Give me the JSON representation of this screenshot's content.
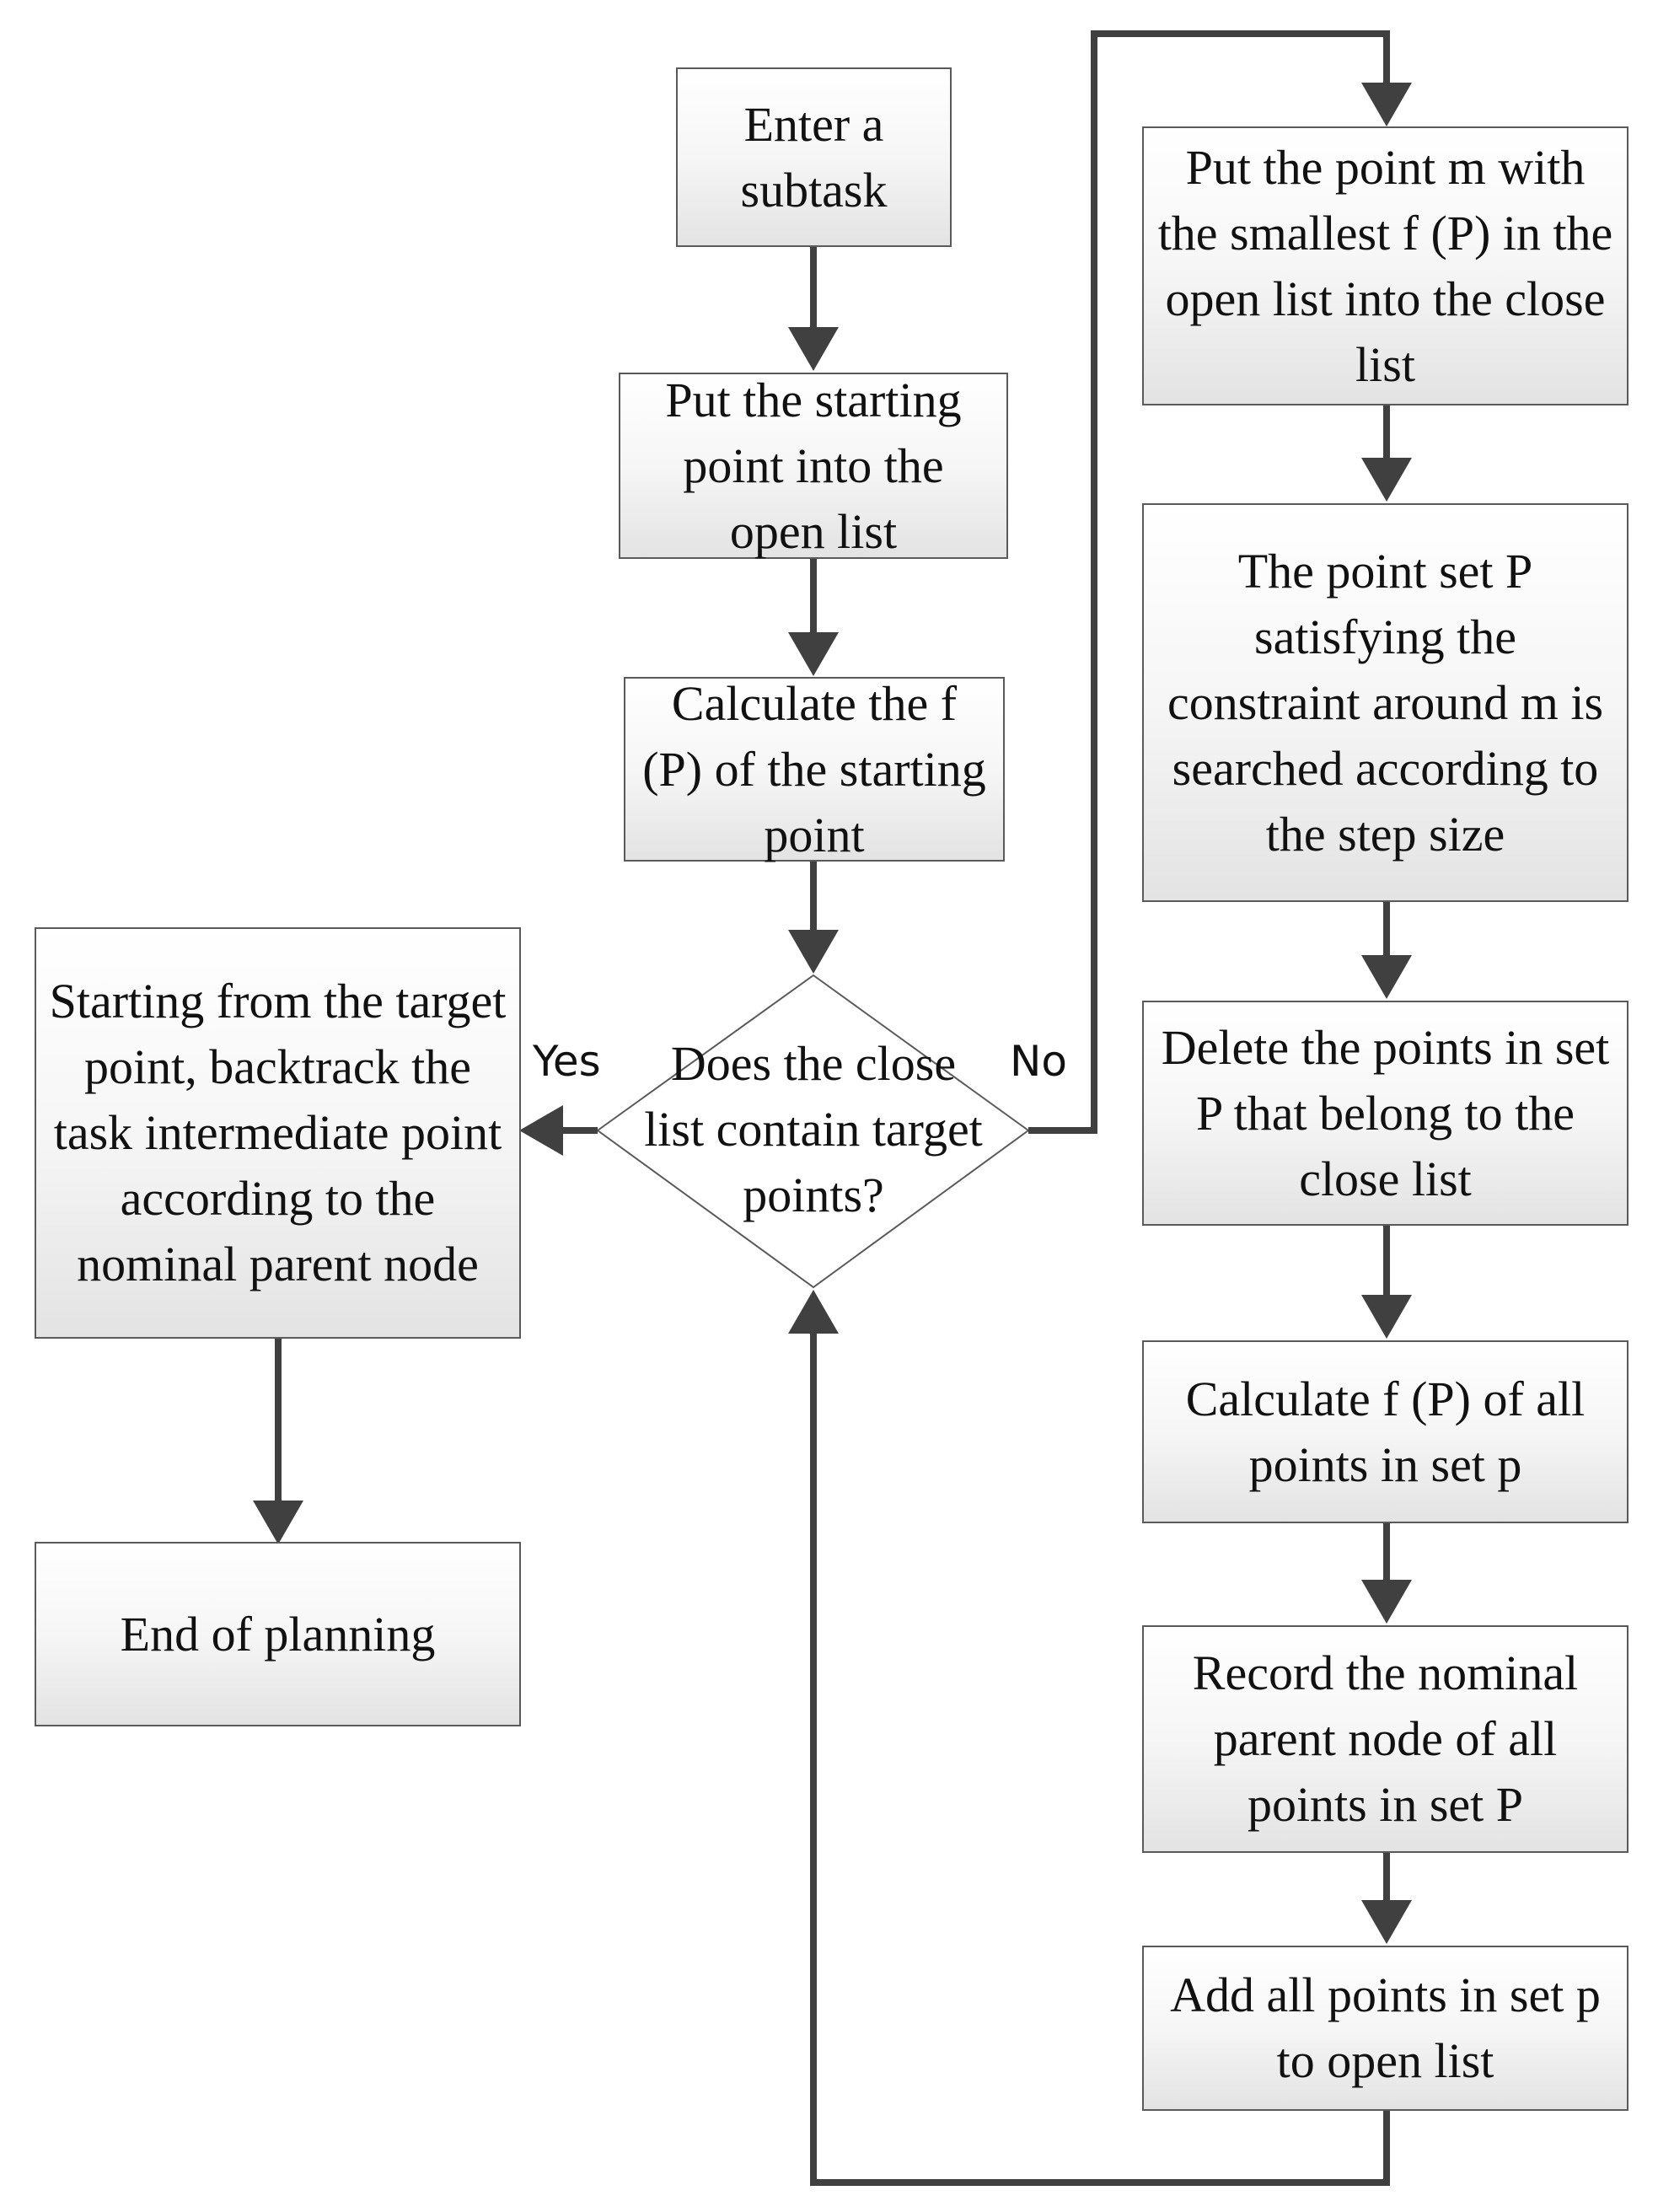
{
  "nodes": {
    "enter_subtask": "Enter a subtask",
    "put_start_open": "Put the starting point into the open list",
    "calc_start_f": "Calculate the f (P) of the starting point",
    "decision": "Does the close list contain target points?",
    "backtrack": "Starting from the target point, backtrack the task intermediate point according to the nominal parent node",
    "end_planning": "End of planning",
    "put_min_close": "Put the point m with the smallest f (P) in the open list into the close list",
    "search_set_p": "The point set P satisfying the constraint around m is searched according to the step size",
    "delete_points": "Delete the points in set P that belong to the close list",
    "calc_all_f": "Calculate f (P) of all points in set p",
    "record_parent": "Record the nominal parent node of all points in set P",
    "add_open": "Add all points in set p to open list"
  },
  "branches": {
    "yes": "Yes",
    "no": "No"
  },
  "colors": {
    "border": "#5a5a5a",
    "arrow": "#404040",
    "fill_top": "#ffffff",
    "fill_bottom": "#e3e3e3",
    "text": "#111111"
  }
}
